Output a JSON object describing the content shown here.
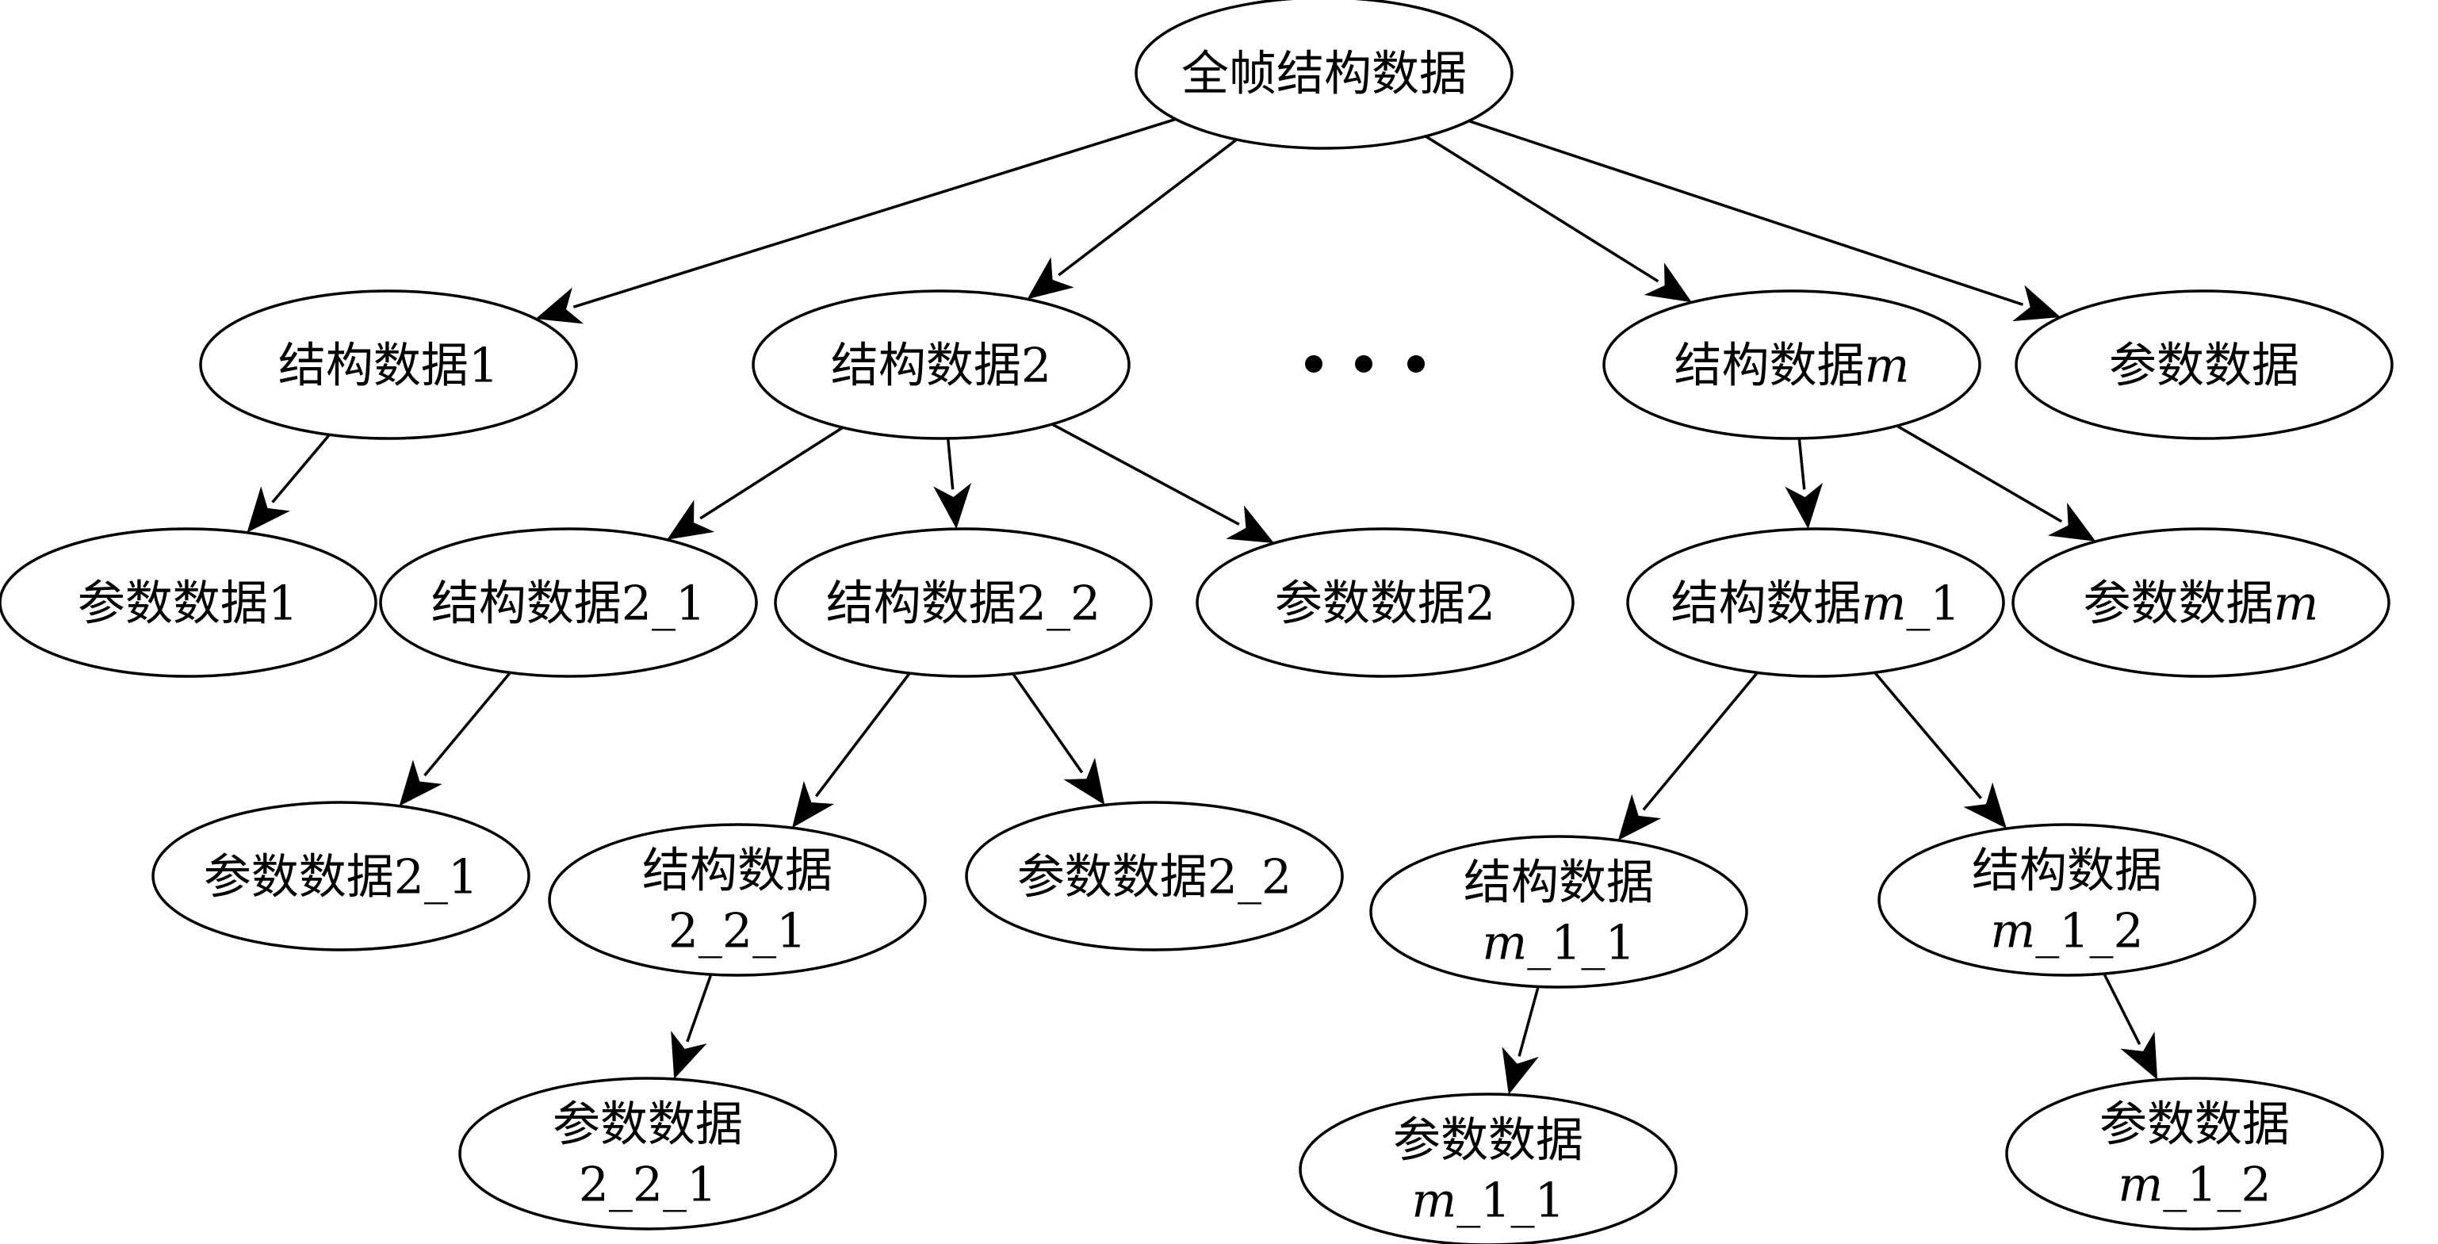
{
  "diagram": {
    "nodes": [
      {
        "id": "root",
        "lines": [
          [
            {
              "t": "全帧结构数据"
            }
          ]
        ]
      },
      {
        "id": "s1",
        "lines": [
          [
            {
              "t": "结构数据1"
            }
          ]
        ]
      },
      {
        "id": "s2",
        "lines": [
          [
            {
              "t": "结构数据2"
            }
          ]
        ]
      },
      {
        "id": "sm",
        "lines": [
          [
            {
              "t": "结构数据"
            },
            {
              "t": "m",
              "i": true
            }
          ]
        ]
      },
      {
        "id": "p",
        "lines": [
          [
            {
              "t": "参数数据"
            }
          ]
        ]
      },
      {
        "id": "p1",
        "lines": [
          [
            {
              "t": "参数数据1"
            }
          ]
        ]
      },
      {
        "id": "s2_1",
        "lines": [
          [
            {
              "t": "结构数据2_1"
            }
          ]
        ]
      },
      {
        "id": "s2_2",
        "lines": [
          [
            {
              "t": "结构数据2_2"
            }
          ]
        ]
      },
      {
        "id": "p2",
        "lines": [
          [
            {
              "t": "参数数据2"
            }
          ]
        ]
      },
      {
        "id": "sm_1",
        "lines": [
          [
            {
              "t": "结构数据"
            },
            {
              "t": "m",
              "i": true
            },
            {
              "t": "_1"
            }
          ]
        ]
      },
      {
        "id": "pm",
        "lines": [
          [
            {
              "t": "参数数据"
            },
            {
              "t": "m",
              "i": true
            }
          ]
        ]
      },
      {
        "id": "p2_1",
        "lines": [
          [
            {
              "t": "参数数据2_1"
            }
          ]
        ]
      },
      {
        "id": "s2_2_1",
        "lines": [
          [
            {
              "t": "结构数据"
            }
          ],
          [
            {
              "t": "2_2_1"
            }
          ]
        ]
      },
      {
        "id": "p2_2",
        "lines": [
          [
            {
              "t": "参数数据2_2"
            }
          ]
        ]
      },
      {
        "id": "sm_1_1",
        "lines": [
          [
            {
              "t": "结构数据"
            }
          ],
          [
            {
              "t": "m",
              "i": true
            },
            {
              "t": "_1_1"
            }
          ]
        ]
      },
      {
        "id": "sm_1_2",
        "lines": [
          [
            {
              "t": "结构数据"
            }
          ],
          [
            {
              "t": "m",
              "i": true
            },
            {
              "t": "_1_2"
            }
          ]
        ]
      },
      {
        "id": "p2_2_1",
        "lines": [
          [
            {
              "t": "参数数据"
            }
          ],
          [
            {
              "t": "2_2_1"
            }
          ]
        ]
      },
      {
        "id": "pm_1_1",
        "lines": [
          [
            {
              "t": "参数数据"
            }
          ],
          [
            {
              "t": "m",
              "i": true
            },
            {
              "t": "_1_1"
            }
          ]
        ]
      },
      {
        "id": "pm_1_2",
        "lines": [
          [
            {
              "t": "参数数据"
            }
          ],
          [
            {
              "t": "m",
              "i": true
            },
            {
              "t": "_1_2"
            }
          ]
        ]
      }
    ],
    "edges": [
      [
        "root",
        "s1"
      ],
      [
        "root",
        "s2"
      ],
      [
        "root",
        "sm"
      ],
      [
        "root",
        "p"
      ],
      [
        "s1",
        "p1"
      ],
      [
        "s2",
        "s2_1"
      ],
      [
        "s2",
        "s2_2"
      ],
      [
        "s2",
        "p2"
      ],
      [
        "sm",
        "sm_1"
      ],
      [
        "sm",
        "pm"
      ],
      [
        "s2_1",
        "p2_1"
      ],
      [
        "s2_2",
        "s2_2_1"
      ],
      [
        "s2_2",
        "p2_2"
      ],
      [
        "sm_1",
        "sm_1_1"
      ],
      [
        "sm_1",
        "sm_1_2"
      ],
      [
        "s2_2_1",
        "p2_2_1"
      ],
      [
        "sm_1_1",
        "pm_1_1"
      ],
      [
        "sm_1_2",
        "pm_1_2"
      ]
    ],
    "ellipsis": "•••"
  }
}
